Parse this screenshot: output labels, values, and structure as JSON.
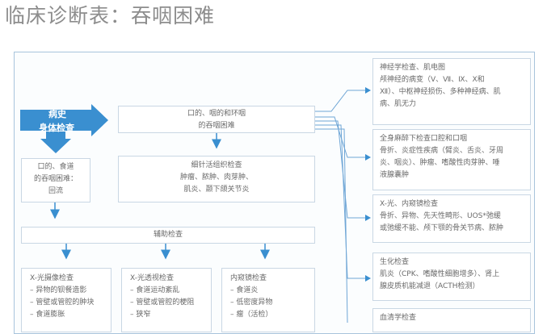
{
  "page": {
    "title": "临床诊断表：吞咽困难"
  },
  "left": {
    "history_label": "病史",
    "exam_label": "身体检查",
    "box_mouth_lines": [
      "口的、食道",
      "的吞咽困难：",
      "回流"
    ]
  },
  "center": {
    "top_box_lines": [
      "口的、咽的和环咽",
      "的吞咽困难"
    ],
    "fine_box_lines": [
      "细针活组织检查",
      "肿瘤、脓肿、肉芽肿、",
      "肌炎、颞下颌关节炎"
    ],
    "aux_label": "辅助检查"
  },
  "bottom": {
    "col1": {
      "title": "X-光摄像检查",
      "items": [
        "异物的钡餐造影",
        "管壁或管腔的肿块",
        "食道膨胀"
      ]
    },
    "col2": {
      "title": "X-光透视检查",
      "items": [
        "食道运动紊乱",
        "管壁或管腔的梗阻",
        "狭窄"
      ]
    },
    "col3": {
      "title": "内窥镜检查",
      "items": [
        "食道炎",
        "低密度异物",
        "瘤（活检）"
      ]
    }
  },
  "right": [
    {
      "title": "神经学检查、肌电图",
      "lines": [
        "颅神经的病变（Ⅴ、Ⅶ、Ⅸ、Ⅹ和",
        "Ⅻ）、中枢神经损伤、多种神经病、肌",
        "病、肌无力"
      ]
    },
    {
      "title": "全身麻醉下检查口腔和口咽",
      "lines": [
        "骨折、炎症性疾病（臂炎、舌炎、牙周",
        "炎、咽炎）、肿瘤、嗜酸性肉芽肿、唾",
        "液腺囊肿"
      ]
    },
    {
      "title": "X-光、内窥镜检查",
      "lines": [
        "骨折、异物、先天性畸形、UOS*弛缓",
        "或弛缓不能、颅下颚的骨关节病、脓肿"
      ]
    },
    {
      "title": "生化检查",
      "lines": [
        "肌炎（CPK、嗜酸性细胞增多）、肾上",
        "腺皮质机能减退（ACTH检测）"
      ]
    },
    {
      "title": "血清学检查",
      "lines": []
    }
  ],
  "colors": {
    "arrow_blue": "#3a8fd0",
    "line_blue": "#6fa6d6",
    "frame": "#a8c4dc"
  }
}
